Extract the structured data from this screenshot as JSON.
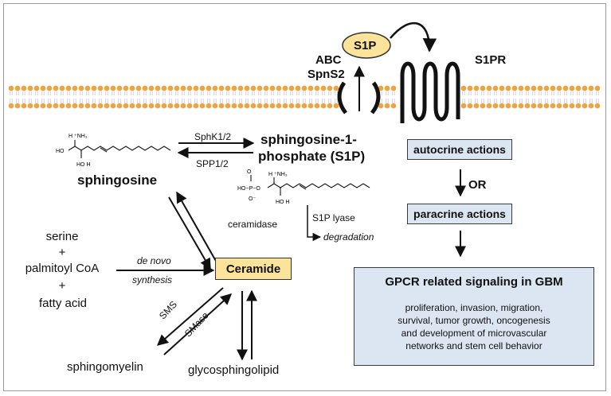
{
  "membrane": {
    "transporter_label_1": "ABC",
    "transporter_label_2": "SpnS2",
    "s1p_bubble": "S1P",
    "receptor_label": "S1PR",
    "colors": {
      "lipid_head": "#f2a23c",
      "bubble_fill": "#fbe49a",
      "box_fill": "#dce6f2",
      "ceramide_fill": "#fbe49a"
    }
  },
  "molecules": {
    "sphingosine": "sphingosine",
    "s1p_line1": "sphingosine-1-",
    "s1p_line2": "phosphate (S1P)",
    "ceramide": "Ceramide",
    "sphingomyelin": "sphingomyelin",
    "glycosphingolipid": "glycosphingolipid",
    "precursors": [
      "serine",
      "+",
      "palmitoyl CoA",
      "+",
      "fatty acid"
    ]
  },
  "enzymes": {
    "sphk": "SphK1/2",
    "spp": "SPP1/2",
    "ceramidase": "ceramidase",
    "s1p_lyase": "S1P lyase",
    "degradation": "degradation",
    "de_novo": "de novo",
    "synthesis": "synthesis",
    "sms": "SMS",
    "smase": "SMase"
  },
  "signaling": {
    "autocrine": "autocrine actions",
    "or": "OR",
    "paracrine": "paracrine actions",
    "gpcr_title": "GPCR related signaling in GBM",
    "gpcr_lines": [
      "proliferation, invasion, migration,",
      "survival, tumor growth, oncogenesis",
      "and development of microvascular",
      "networks and stem cell behavior"
    ]
  }
}
